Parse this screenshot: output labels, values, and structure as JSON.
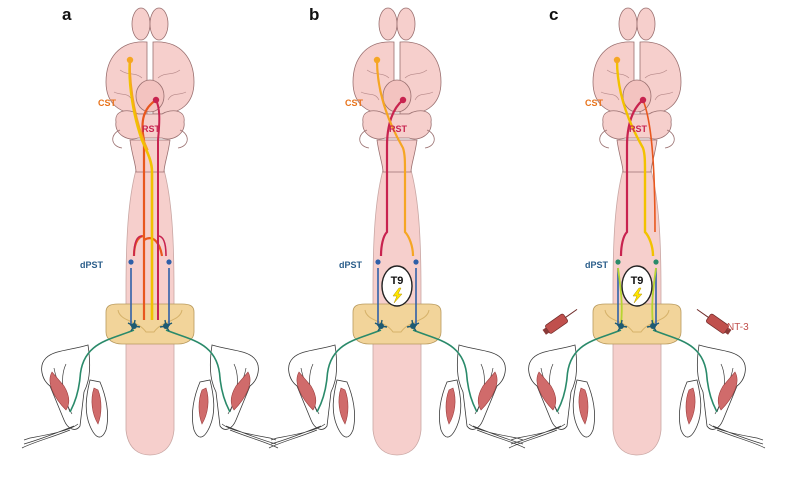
{
  "panels": [
    {
      "letter": "a",
      "cst_label": "CST",
      "rst_label": "RST",
      "dpst_label": "dPST",
      "injury_label": "",
      "treatment_label": ""
    },
    {
      "letter": "b",
      "cst_label": "CST",
      "rst_label": "RST",
      "dpst_label": "dPST",
      "injury_label": "T9",
      "treatment_label": ""
    },
    {
      "letter": "c",
      "cst_label": "CST",
      "rst_label": "RST",
      "dpst_label": "dPST",
      "injury_label": "T9",
      "treatment_label": "NT-3"
    }
  ],
  "colors": {
    "cst": "#f5a623",
    "cst_regrowth": "#f2c200",
    "rst": "#c8234f",
    "rst_orange": "#e8571e",
    "dpst": "#2f5fa8",
    "motor_axon": "#2a8a6a",
    "dpst_regrowth": "#b7d431",
    "cord_fill": "#f6cfcc",
    "grey_matter": "#f2d49a",
    "muscle": "#d06b6b",
    "label_cst": "#e8731c",
    "label_rst": "#c8234f",
    "label_dpst": "#2a5d8a",
    "label_nt3": "#c0504d"
  }
}
